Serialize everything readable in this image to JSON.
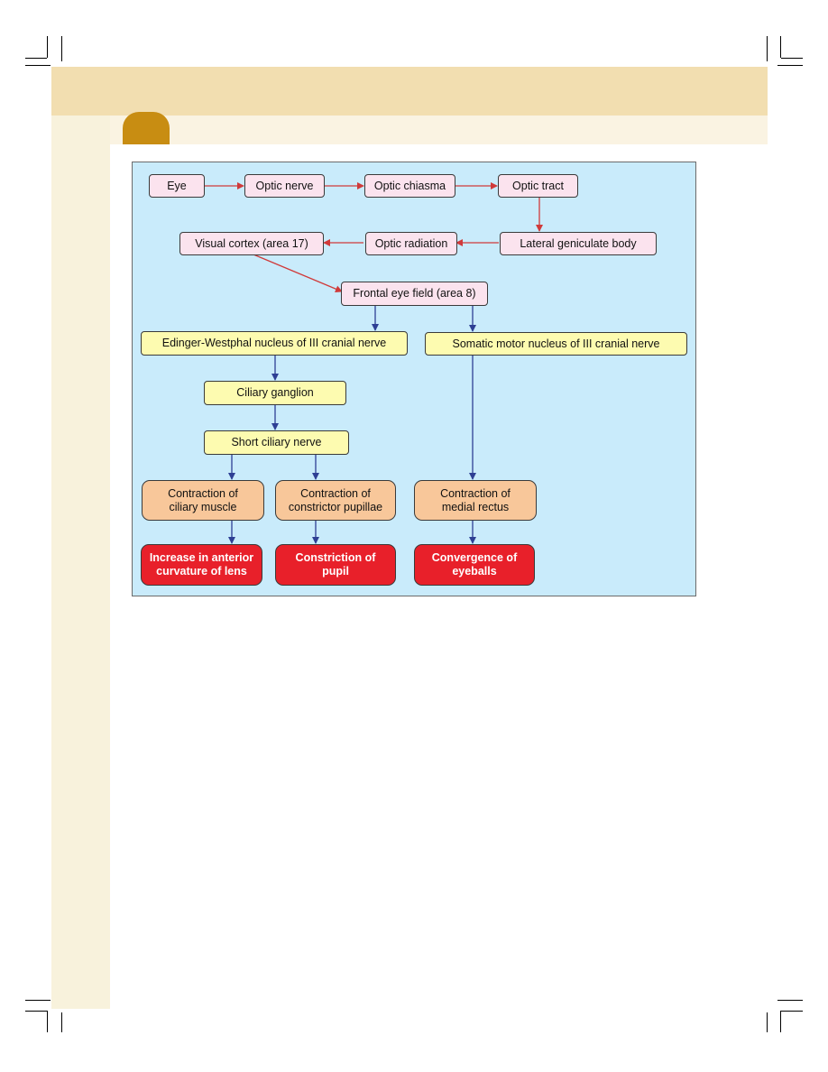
{
  "nodes": {
    "eye": "Eye",
    "optic_nerve": "Optic nerve",
    "optic_chiasma": "Optic chiasma",
    "optic_tract": "Optic tract",
    "lateral_geniculate_body": "Lateral geniculate body",
    "optic_radiation": "Optic radiation",
    "visual_cortex": "Visual cortex (area 17)",
    "frontal_eye_field": "Frontal eye field (area 8)",
    "edinger_westphal_nucleus": "Edinger-Westphal nucleus of III cranial nerve",
    "somatic_motor_nucleus": "Somatic motor nucleus of III cranial nerve",
    "ciliary_ganglion": "Ciliary ganglion",
    "short_ciliary_nerve": "Short ciliary nerve",
    "contraction_ciliary_muscle": "Contraction of\nciliary muscle",
    "contraction_constrictor_pupillae": "Contraction of\nconstrictor pupillae",
    "contraction_medial_rectus": "Contraction of\nmedial rectus",
    "increase_curvature_lens": "Increase in anterior\ncurvature of lens",
    "constriction_pupil": "Constriction of\npupil",
    "convergence_eyeballs": "Convergence of\neyeballs"
  },
  "colors": {
    "diagram_background": "#c9ebfb",
    "red_arrow": "#d03a3a",
    "blue_arrow": "#2e3f94",
    "pink_node": "#fbe3ee",
    "yellow_node": "#fdfbb0",
    "orange_node": "#f8c79a",
    "red_node": "#e8202a",
    "header_band": "#f2deb0",
    "badge": "#c88d12"
  }
}
